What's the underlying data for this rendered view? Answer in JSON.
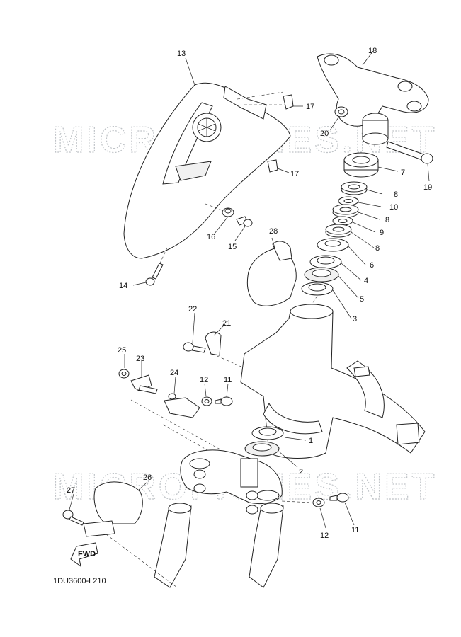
{
  "diagram": {
    "watermark_text": "MICROFICHES.NET",
    "caption": "1DU3600-L210",
    "fwd_label": "FWD",
    "callouts": {
      "c1": "1",
      "c2": "2",
      "c3": "3",
      "c4": "4",
      "c5": "5",
      "c6": "6",
      "c7": "7",
      "c8a": "8",
      "c8b": "8",
      "c8c": "8",
      "c9": "9",
      "c10": "10",
      "c11a": "11",
      "c11b": "11",
      "c12a": "12",
      "c12b": "12",
      "c13": "13",
      "c14": "14",
      "c15": "15",
      "c16": "16",
      "c17a": "17",
      "c17b": "17",
      "c18": "18",
      "c19": "19",
      "c20": "20",
      "c21": "21",
      "c22": "22",
      "c23": "23",
      "c24": "24",
      "c25": "25",
      "c26": "26",
      "c27": "27",
      "c28": "28"
    }
  }
}
